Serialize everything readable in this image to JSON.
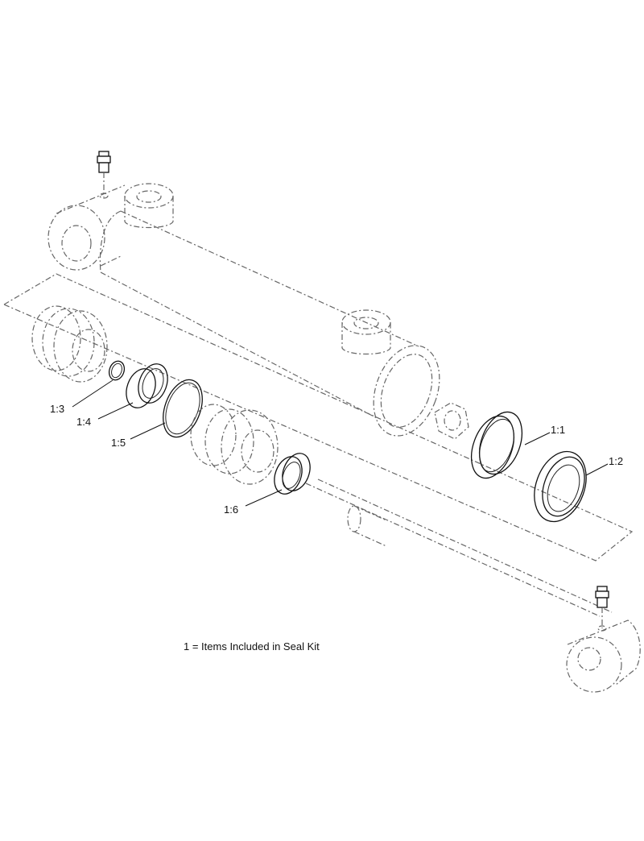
{
  "callouts": [
    {
      "id": "1:1",
      "label": "1:1"
    },
    {
      "id": "1:2",
      "label": "1:2"
    },
    {
      "id": "1:3",
      "label": "1:3"
    },
    {
      "id": "1:4",
      "label": "1:4"
    },
    {
      "id": "1:5",
      "label": "1:5"
    },
    {
      "id": "1:6",
      "label": "1:6"
    }
  ],
  "legend": {
    "text": "1 = Items Included in Seal Kit"
  }
}
